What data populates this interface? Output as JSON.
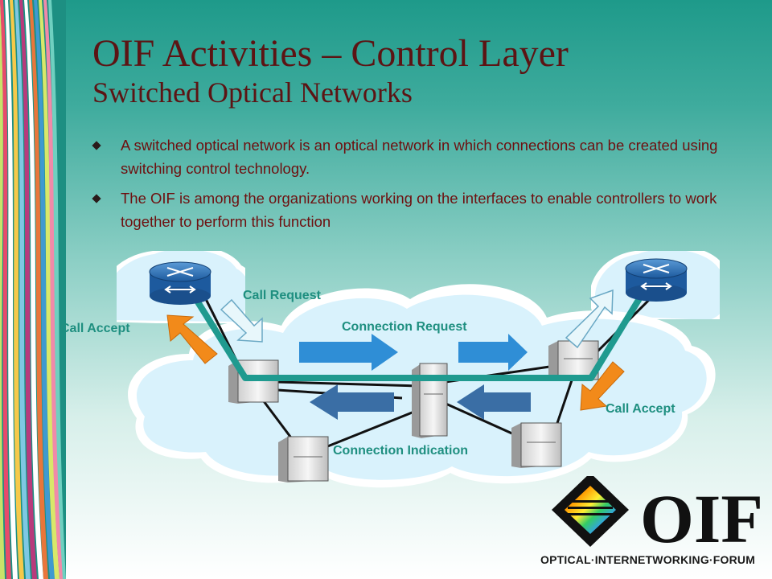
{
  "slide": {
    "title": "OIF Activities – Control Layer",
    "subtitle": "Switched Optical Networks"
  },
  "bullets": [
    {
      "text": "A switched optical network is an optical network in which connections can be created using switching control technology."
    },
    {
      "text": "The OIF is among the organizations working on the interfaces to enable controllers to work together to perform this function"
    }
  ],
  "diagram": {
    "labels": {
      "call_request": "Call Request",
      "call_accept_left": "Call Accept",
      "connection_request": "Connection Request",
      "call_accept_right": "Call Accept",
      "connection_indication": "Connection Indication"
    },
    "colors": {
      "cloud": "#d9f2fc",
      "path": "#1f9a8f",
      "request_arrow": "#2f8ed6",
      "indication_arrow": "#3a6ea5",
      "accept_arrow": "#f28a1a",
      "label": "#1f8f80"
    }
  },
  "logo": {
    "text": "OIF",
    "footer": "OPTICAL·INTERNETWORKING·FORUM"
  }
}
